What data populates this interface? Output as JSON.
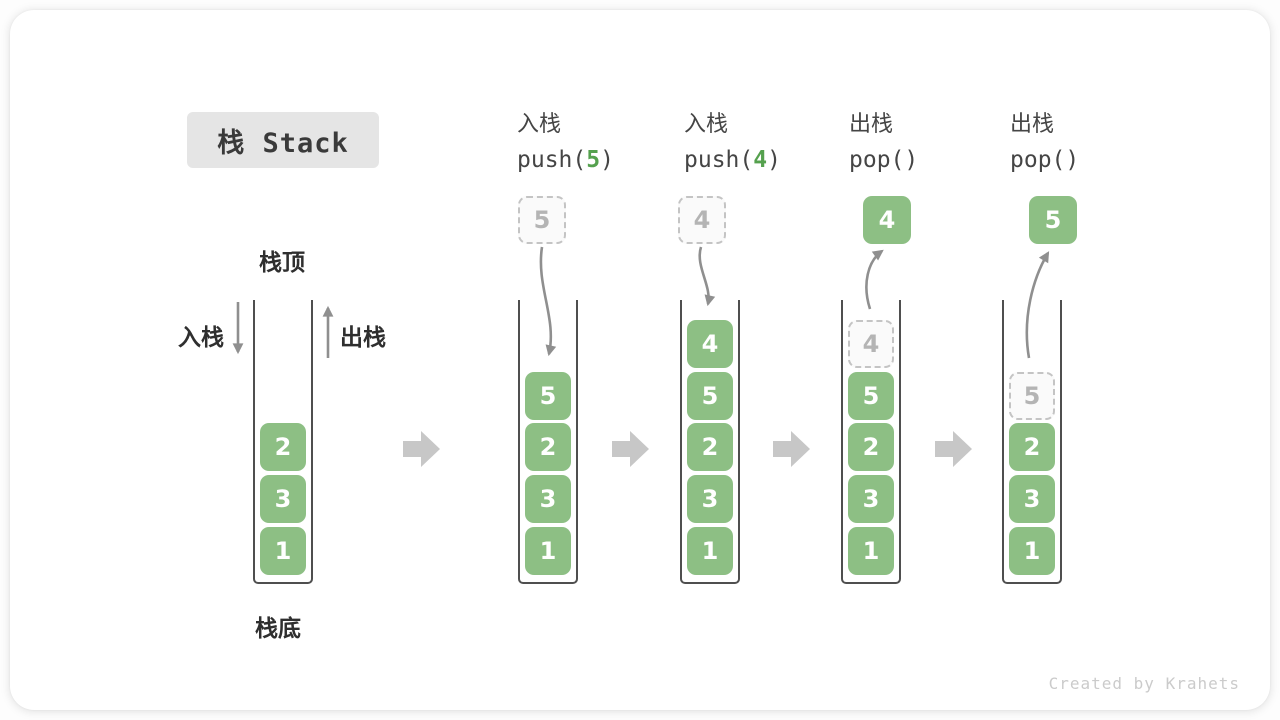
{
  "title": "栈 Stack",
  "watermark": "Created by Krahets",
  "labels": {
    "stack_top": "栈顶",
    "stack_bottom": "栈底",
    "push_cn": "入栈",
    "pop_cn": "出栈"
  },
  "operations": [
    {
      "name_cn": "入栈",
      "code_prefix": "push(",
      "code_arg": "5",
      "code_suffix": ")"
    },
    {
      "name_cn": "入栈",
      "code_prefix": "push(",
      "code_arg": "4",
      "code_suffix": ")"
    },
    {
      "name_cn": "出栈",
      "code_prefix": "pop(",
      "code_arg": "",
      "code_suffix": ")"
    },
    {
      "name_cn": "出栈",
      "code_prefix": "pop(",
      "code_arg": "",
      "code_suffix": ")"
    }
  ],
  "floating_boxes": [
    {
      "value": "5",
      "style": "dashed"
    },
    {
      "value": "4",
      "style": "dashed"
    },
    {
      "value": "4",
      "style": "solid"
    },
    {
      "value": "5",
      "style": "solid"
    }
  ],
  "stacks": [
    {
      "cells": [
        {
          "v": "2",
          "style": "solid"
        },
        {
          "v": "3",
          "style": "solid"
        },
        {
          "v": "1",
          "style": "solid"
        }
      ]
    },
    {
      "cells": [
        {
          "v": "5",
          "style": "solid"
        },
        {
          "v": "2",
          "style": "solid"
        },
        {
          "v": "3",
          "style": "solid"
        },
        {
          "v": "1",
          "style": "solid"
        }
      ]
    },
    {
      "cells": [
        {
          "v": "4",
          "style": "solid"
        },
        {
          "v": "5",
          "style": "solid"
        },
        {
          "v": "2",
          "style": "solid"
        },
        {
          "v": "3",
          "style": "solid"
        },
        {
          "v": "1",
          "style": "solid"
        }
      ]
    },
    {
      "cells": [
        {
          "v": "4",
          "style": "dashed"
        },
        {
          "v": "5",
          "style": "solid"
        },
        {
          "v": "2",
          "style": "solid"
        },
        {
          "v": "3",
          "style": "solid"
        },
        {
          "v": "1",
          "style": "solid"
        }
      ]
    },
    {
      "cells": [
        {
          "v": "5",
          "style": "dashed"
        },
        {
          "v": "2",
          "style": "solid"
        },
        {
          "v": "3",
          "style": "solid"
        },
        {
          "v": "1",
          "style": "solid"
        }
      ]
    }
  ],
  "colors": {
    "cell_green": "#8dbf84",
    "code_green": "#55a14e",
    "dashed_border": "#c4c4c4",
    "dashed_text": "#b4b4b4",
    "wall_gray": "#4f4f4f",
    "curve_arrow_gray": "#8f8f8f",
    "block_arrow_gray": "#c7c7c7",
    "title_bg": "#e5e5e5",
    "text_dark": "#2f2f2f",
    "watermark_gray": "#cbcbcb"
  }
}
